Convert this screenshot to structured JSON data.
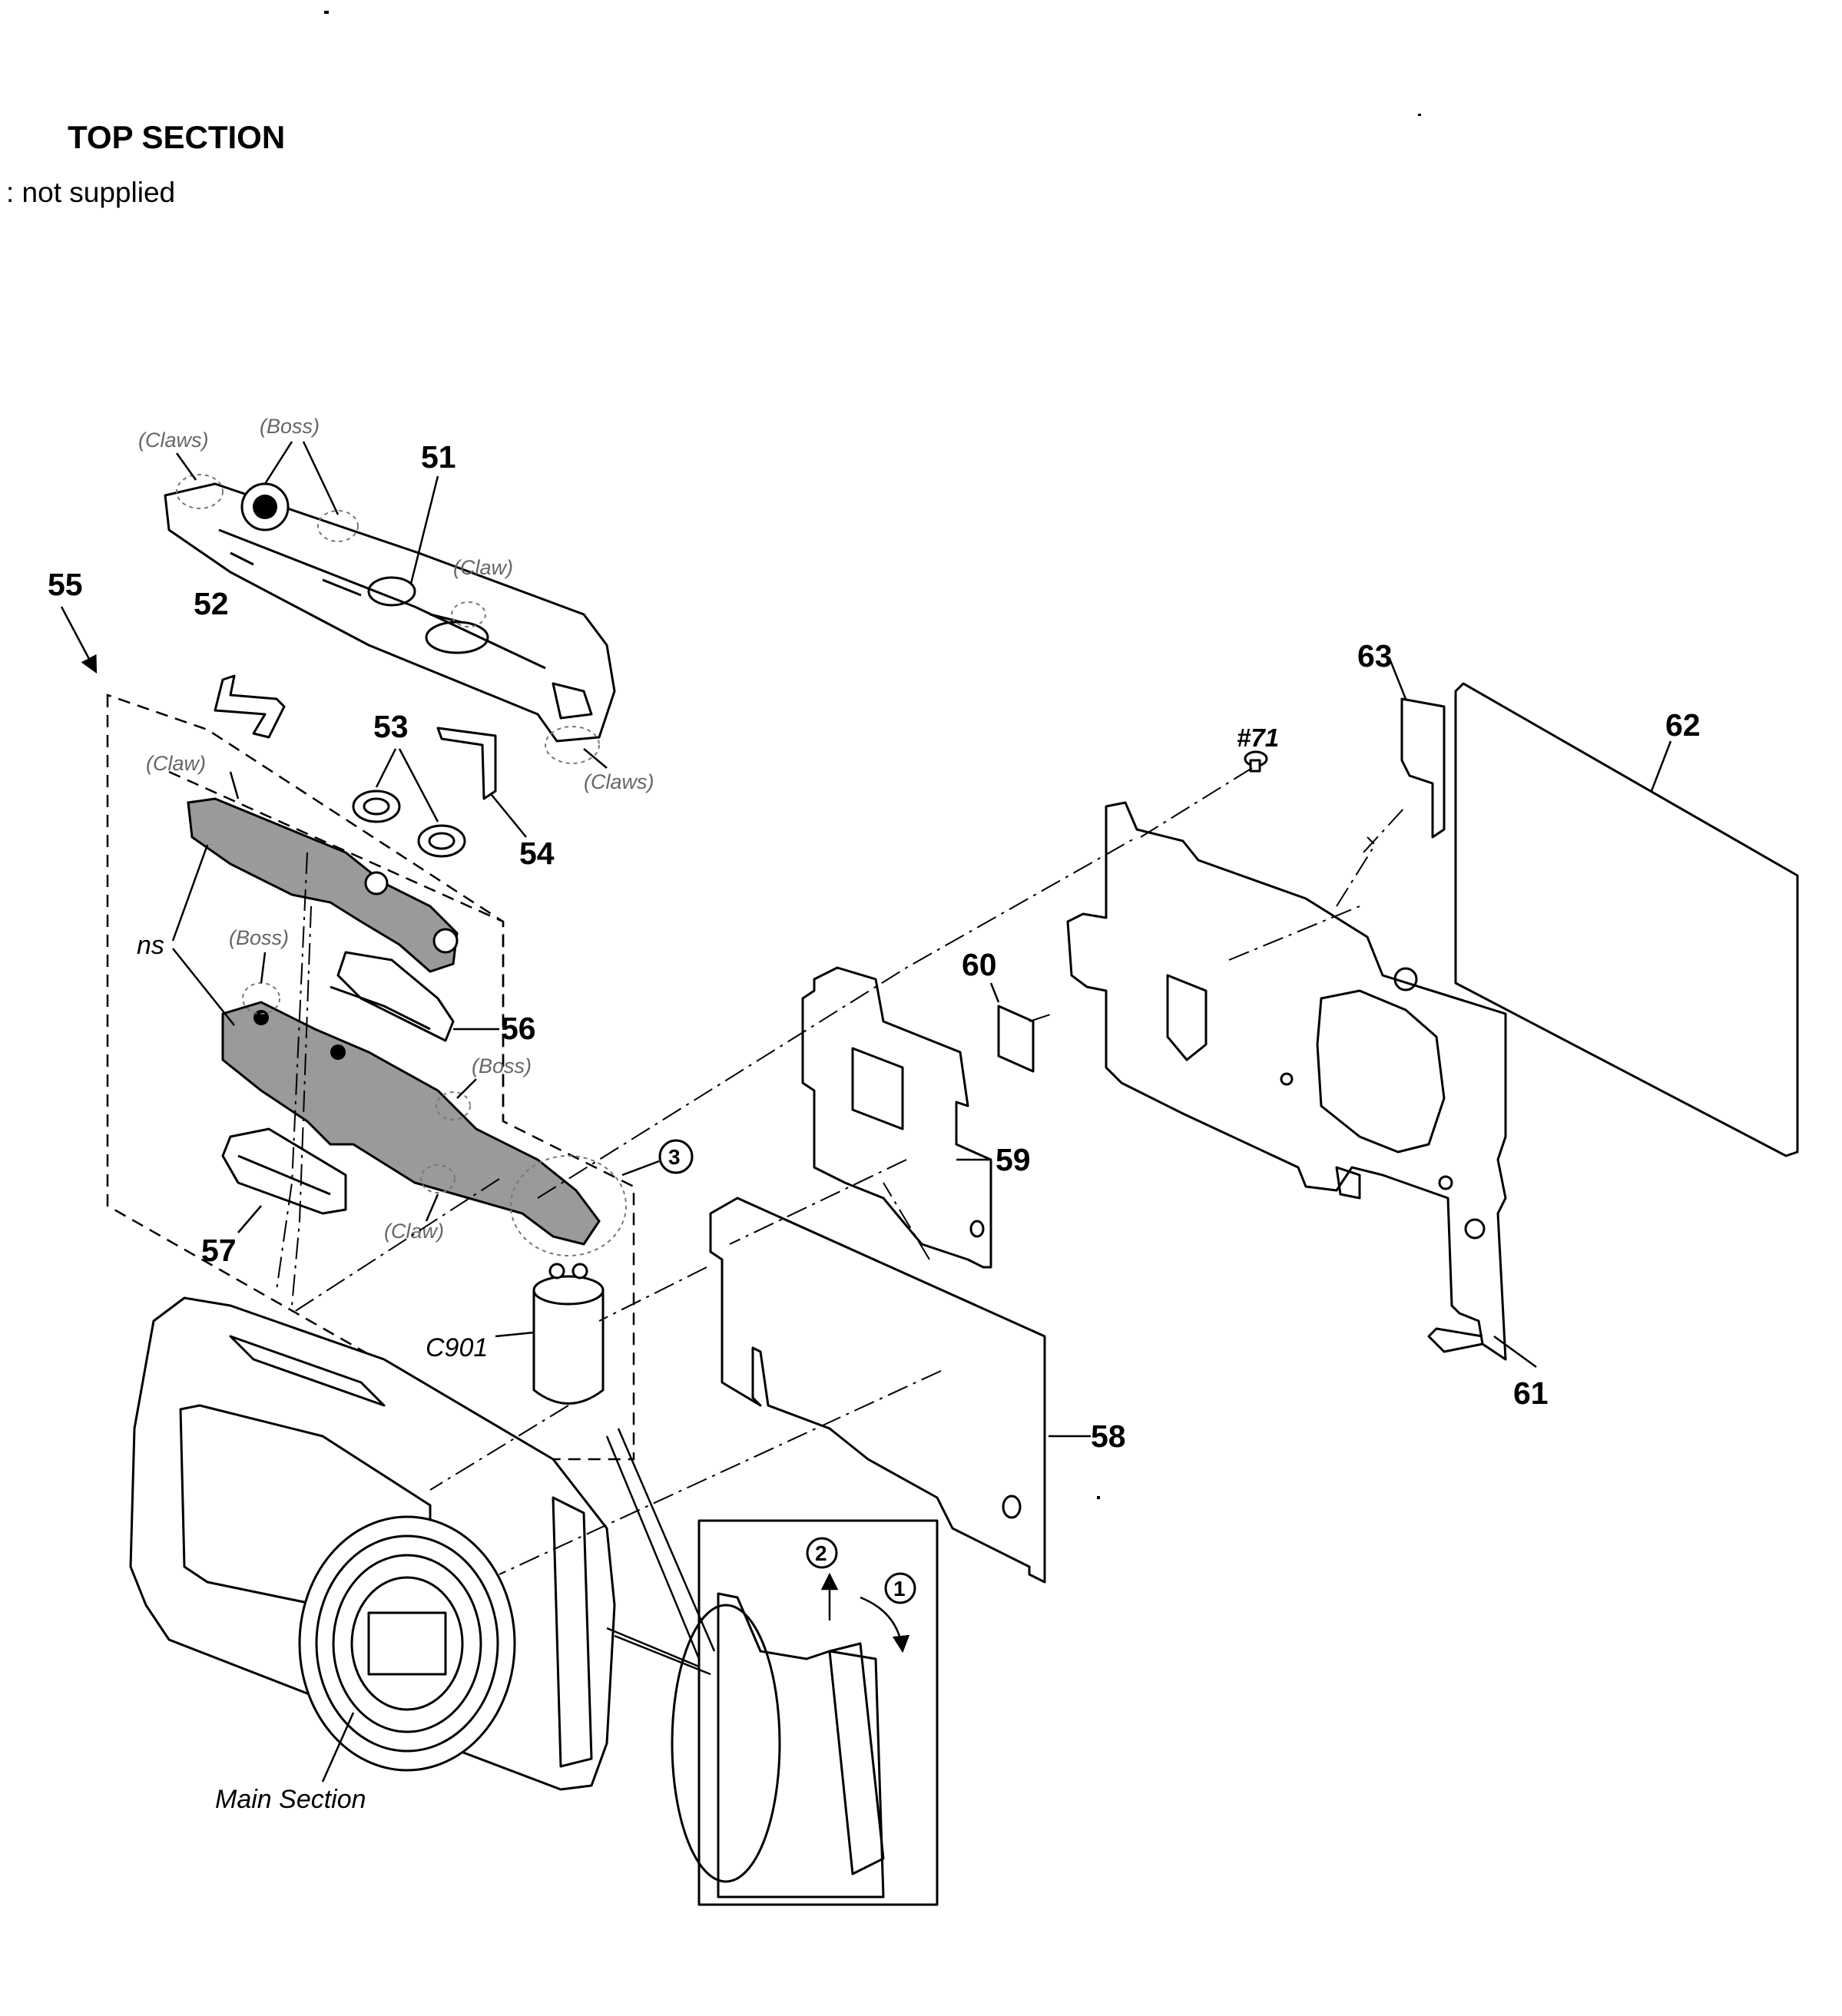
{
  "header": {
    "title": "TOP SECTION",
    "note": ": not supplied"
  },
  "parts": [
    {
      "ref": "51"
    },
    {
      "ref": "52"
    },
    {
      "ref": "53"
    },
    {
      "ref": "54"
    },
    {
      "ref": "55"
    },
    {
      "ref": "56"
    },
    {
      "ref": "57"
    },
    {
      "ref": "58"
    },
    {
      "ref": "59"
    },
    {
      "ref": "60"
    },
    {
      "ref": "61"
    },
    {
      "ref": "62"
    },
    {
      "ref": "63"
    },
    {
      "ref": "#71"
    },
    {
      "ref": "C901"
    }
  ],
  "callouts": {
    "claws": "(Claws)",
    "boss": "(Boss)",
    "claw": "(Claw)",
    "ns": "ns",
    "main_section": "Main Section"
  },
  "steps": [
    "3",
    "2",
    "1"
  ]
}
